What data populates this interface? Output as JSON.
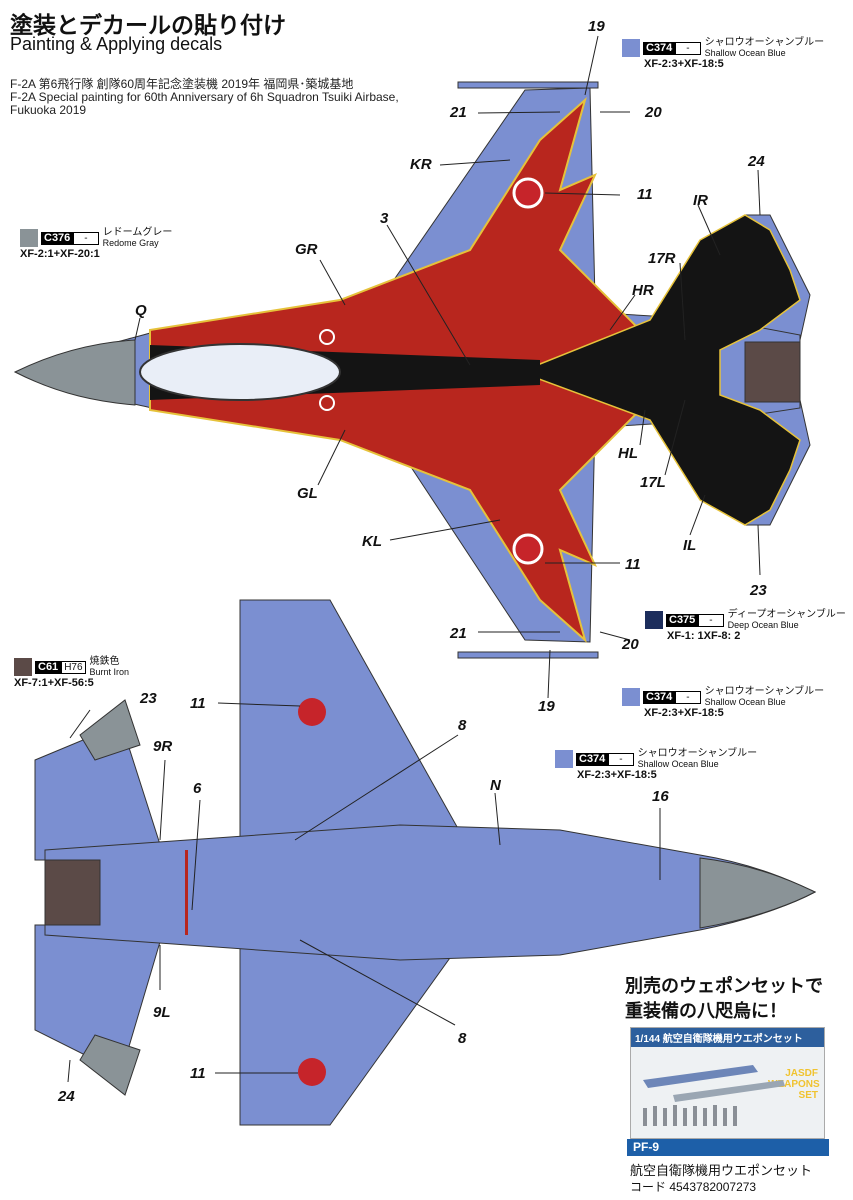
{
  "title_jp": "塗装とデカールの貼り付け",
  "title_en": "Painting & Applying decals",
  "desc_jp": "F-2A 第6飛行隊 創隊60周年記念塗装機 2019年 福岡県･築城基地",
  "desc_en1": "F-2A Special painting for 60th Anniversary of 6h Squadron Tsuiki Airbase,",
  "desc_en2": "Fukuoka 2019",
  "paints": [
    {
      "code": "C376",
      "code2": "-",
      "jp": "レドームグレー",
      "en": "Redome Gray",
      "mix": "XF-2:1+XF-20:1",
      "color": "#8a9397"
    },
    {
      "code": "C374",
      "code2": "-",
      "jp": "シャロウオーシャンブルー",
      "en": "Shallow Ocean Blue",
      "mix": "XF-2:3+XF-18:5",
      "color": "#7b8fd1"
    },
    {
      "code": "C375",
      "code2": "-",
      "jp": "ディープオーシャンブルー",
      "en": "Deep Ocean Blue",
      "mix": "XF-1: 1XF-8: 2",
      "color": "#1c2d5c"
    },
    {
      "code": "C374",
      "code2": "-",
      "jp": "シャロウオーシャンブルー",
      "en": "Shallow Ocean Blue",
      "mix": "XF-2:3+XF-18:5",
      "color": "#7b8fd1"
    },
    {
      "code": "C61",
      "code2": "H76",
      "jp": "焼鉄色",
      "en": "Burnt Iron",
      "mix": "XF-7:1+XF-56:5",
      "color": "#5b4a47"
    },
    {
      "code": "C374",
      "code2": "-",
      "jp": "シャロウオーシャンブルー",
      "en": "Shallow Ocean Blue",
      "mix": "XF-2:3+XF-18:5",
      "color": "#7b8fd1"
    }
  ],
  "callouts": {
    "n19a": "19",
    "n21a": "21",
    "n20a": "20",
    "kr": "KR",
    "n11a": "11",
    "n24a": "24",
    "ir": "IR",
    "n3": "3",
    "gr": "GR",
    "n17r": "17R",
    "hr": "HR",
    "q": "Q",
    "hl": "HL",
    "n17l": "17L",
    "gl": "GL",
    "kl": "KL",
    "il": "IL",
    "n11b": "11",
    "n23a": "23",
    "n21b": "21",
    "n20b": "20",
    "n19b": "19",
    "n23b": "23",
    "n11c": "11",
    "n8a": "8",
    "n9r": "9R",
    "n6": "6",
    "n": "N",
    "n16": "16",
    "n9l": "9L",
    "n8b": "8",
    "n11d": "11",
    "n24b": "24"
  },
  "promo": {
    "line1": "別売のウェポンセットで",
    "line2": "重装備の八咫烏に！",
    "product_code": "PF-9",
    "product_name": "航空自衛隊機用ウエポンセット",
    "jan": "コード  4543782007273",
    "box_title": "1/144 航空自衛隊機用ウエポンセット",
    "box_en": "JASDF WEAPONS SET"
  },
  "colors": {
    "blue": "#7b8fd1",
    "deep": "#1c2d5c",
    "red": "#b8261e",
    "black": "#141414",
    "gray": "#8a9397",
    "yellow": "#e6c23a"
  }
}
